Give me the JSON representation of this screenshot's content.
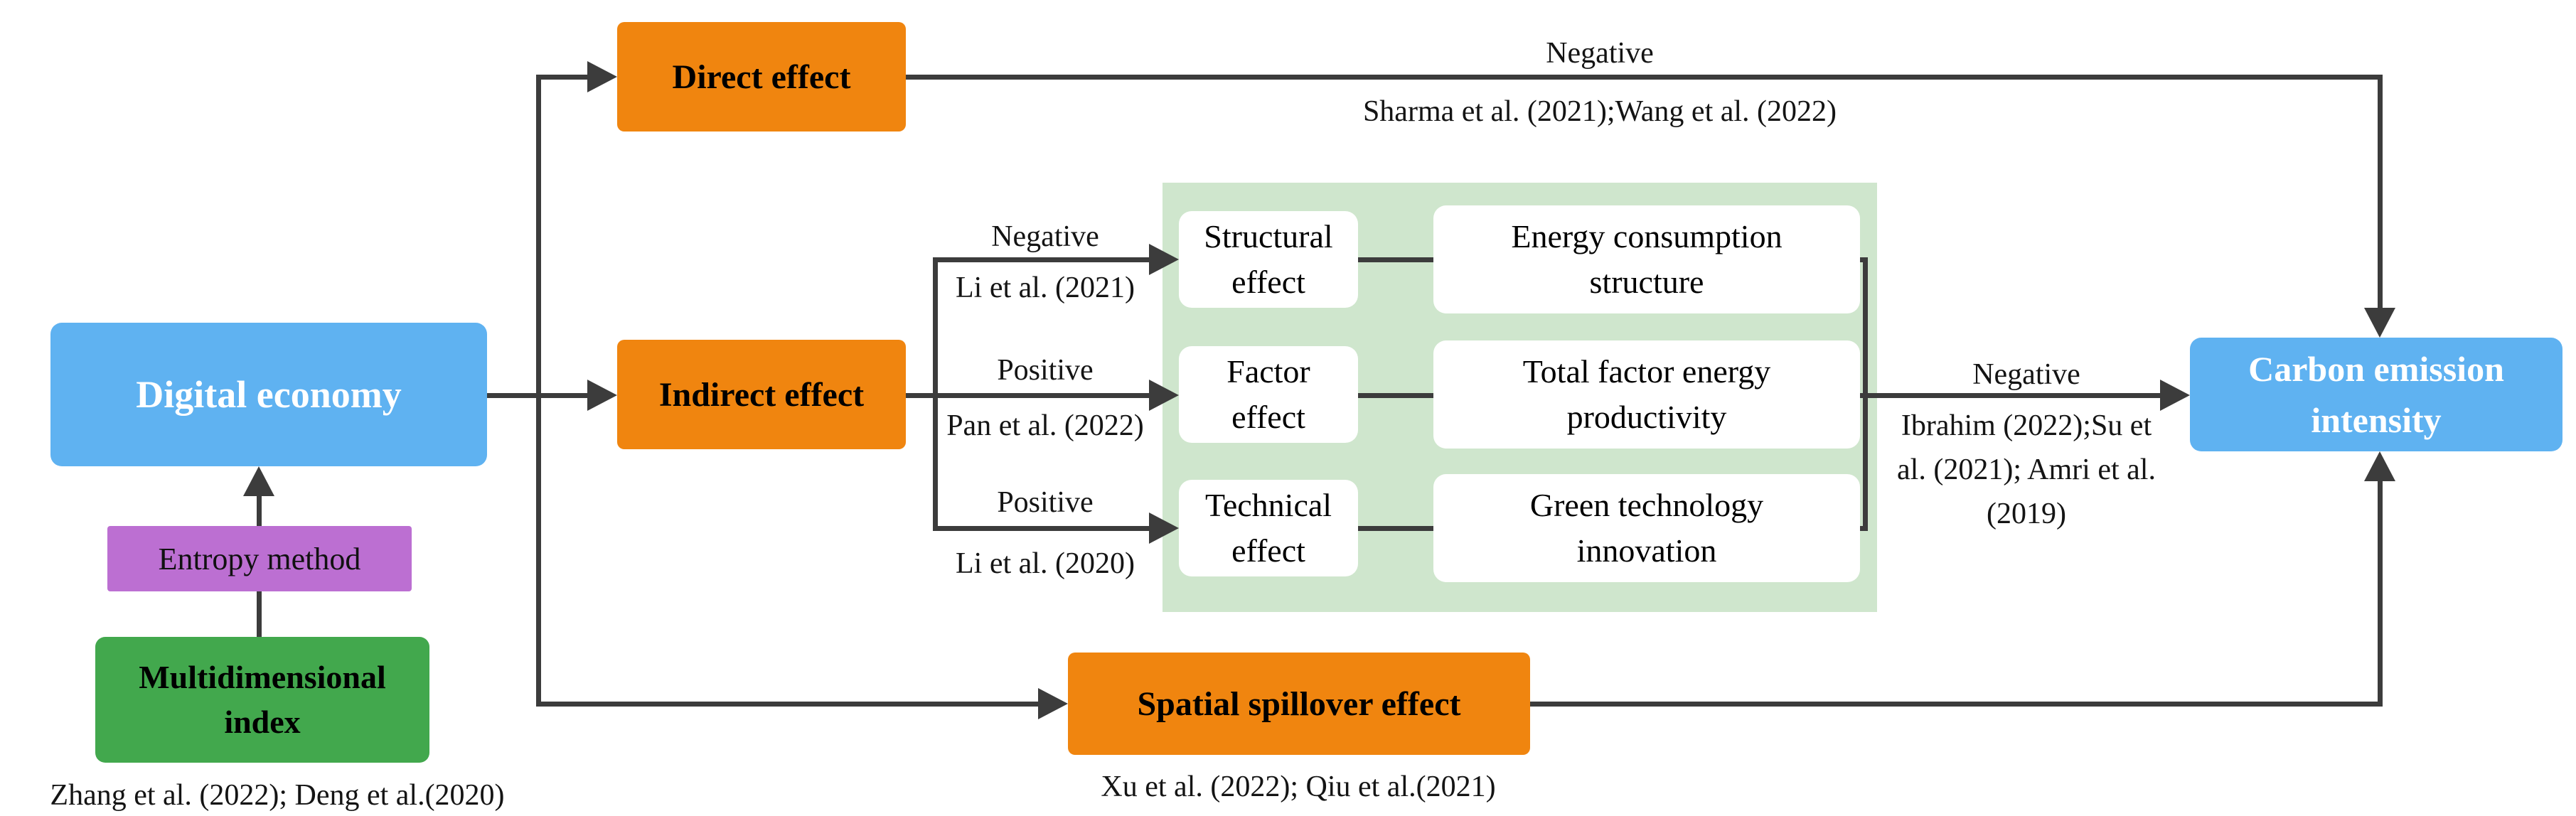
{
  "nodes": {
    "digital_economy": {
      "label": "Digital economy"
    },
    "entropy_method": {
      "label": "Entropy method"
    },
    "multidimensional_index": {
      "label": "Multidimensional index"
    },
    "direct_effect": {
      "label": "Direct effect"
    },
    "indirect_effect": {
      "label": "Indirect effect"
    },
    "spatial_spillover_effect": {
      "label": "Spatial spillover effect"
    },
    "structural_effect": {
      "line1": "Structural",
      "line2": "effect"
    },
    "factor_effect": {
      "line1": "Factor",
      "line2": "effect"
    },
    "technical_effect": {
      "line1": "Technical",
      "line2": "effect"
    },
    "energy_consumption_structure": {
      "line1": "Energy consumption",
      "line2": "structure"
    },
    "total_factor_energy_productivity": {
      "line1": "Total factor energy",
      "line2": "productivity"
    },
    "green_technology_innovation": {
      "line1": "Green technology",
      "line2": "innovation"
    },
    "carbon_emission_intensity": {
      "line1": "Carbon emission",
      "line2": "intensity"
    }
  },
  "edge_labels": {
    "direct": {
      "sign": "Negative",
      "citation": "Sharma et al. (2021);Wang et al. (2022)"
    },
    "structural": {
      "sign": "Negative",
      "citation": "Li et al. (2021)"
    },
    "factor": {
      "sign": "Positive",
      "citation": "Pan et al. (2022)"
    },
    "technical": {
      "sign": "Positive",
      "citation": "Li et al. (2020)"
    },
    "mediators_to_carbon": {
      "sign": "Negative",
      "citation_line1": "Ibrahim (2022);Su et",
      "citation_line2": "al. (2021); Amri et al.",
      "citation_line3": "(2019)"
    }
  },
  "captions": {
    "multidimensional_index_citation": "Zhang et al. (2022); Deng et al.(2020)",
    "spatial_spillover_citation": "Xu et al. (2022); Qiu et al.(2021)"
  },
  "colors": {
    "node_blue": "#5FB2F1",
    "node_orange": "#F0850F",
    "node_purple": "#BC6FD2",
    "node_green": "#42A84D",
    "panel_green": "#CFE6CD",
    "connector": "#3C3C3C"
  }
}
